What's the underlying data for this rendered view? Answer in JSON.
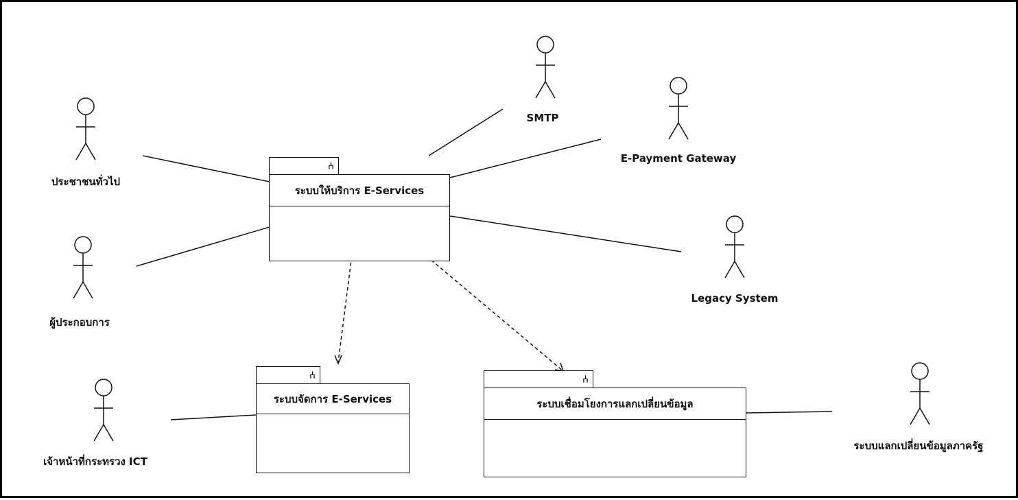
{
  "actors": {
    "general_public": "ประชาชนทั่วไป",
    "entrepreneur": "ผู้ประกอบการ",
    "ict_staff": "เจ้าหน้าที่กระทรวง ICT",
    "smtp": "SMTP",
    "epayment": "E-Payment Gateway",
    "legacy": "Legacy System",
    "gov_exchange": "ระบบแลกเปลี่ยนข้อมูลภาครัฐ"
  },
  "packages": {
    "eservice": "ระบบให้บริการ E-Services",
    "management": "ระบบจัดการ E-Services",
    "exchange": "ระบบเชื่อมโยงการแลกเปลี่ยนข้อมูล"
  },
  "colors": {
    "line": "#111111",
    "background": "#ffffff"
  },
  "icons": {
    "package": "package-icon",
    "actor": "stick-figure-icon"
  }
}
